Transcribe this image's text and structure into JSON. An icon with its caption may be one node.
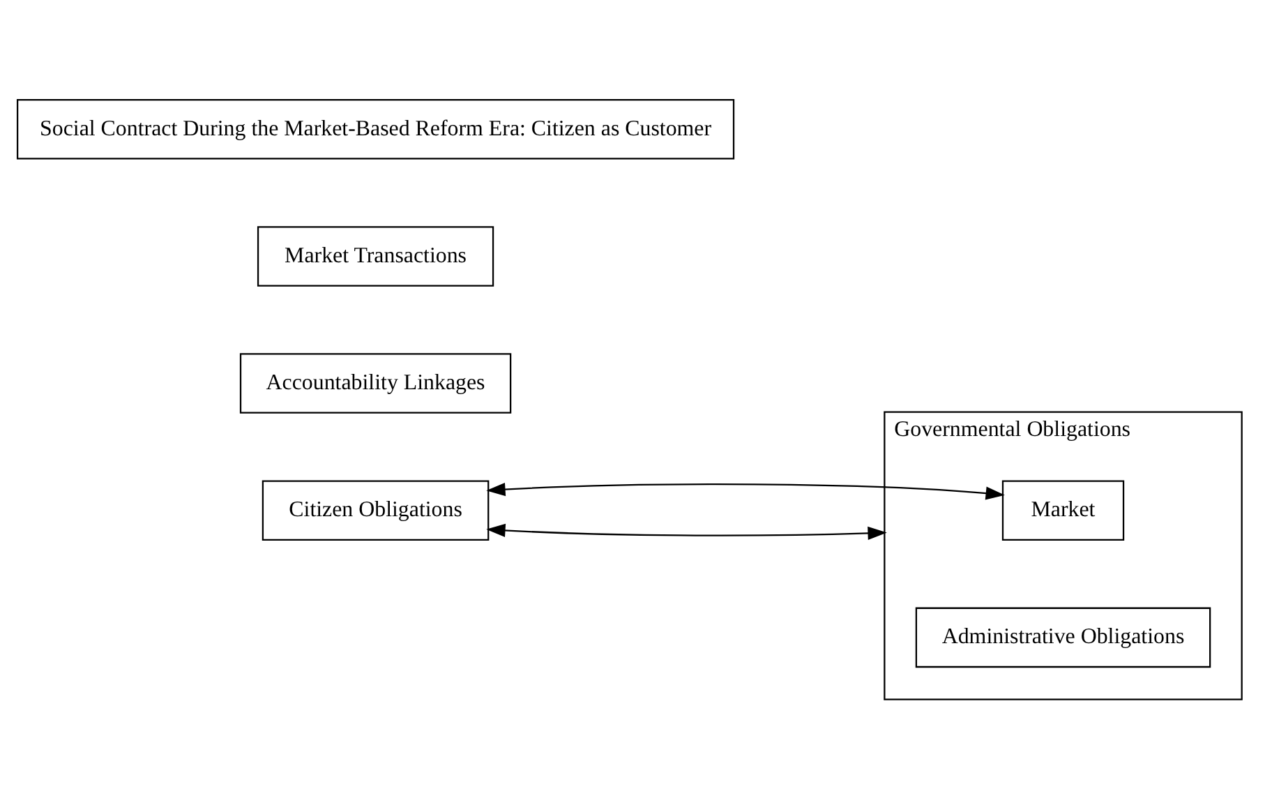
{
  "diagram": {
    "nodes": [
      {
        "text": [
          "Citizen Obligations"
        ]
      },
      {
        "text": [
          "Accountability Linkages"
        ]
      },
      {
        "text": [
          "Governmental Obligations"
        ]
      },
      {
        "text": [
          "Market"
        ],
        "in": 2
      },
      {
        "text": [
          "Administrative Obligations"
        ],
        "in": 2
      },
      {
        "text": [
          "Market Transactions"
        ]
      },
      {
        "text": [
          "Social Contract During the Market-Based Reform Era: Citizen as Customer"
        ]
      }
    ],
    "edges": [
      {
        "from": 0,
        "to": 2,
        "arrow": "both"
      },
      {
        "from": 0,
        "to": 3,
        "arrow": "both"
      }
    ]
  }
}
